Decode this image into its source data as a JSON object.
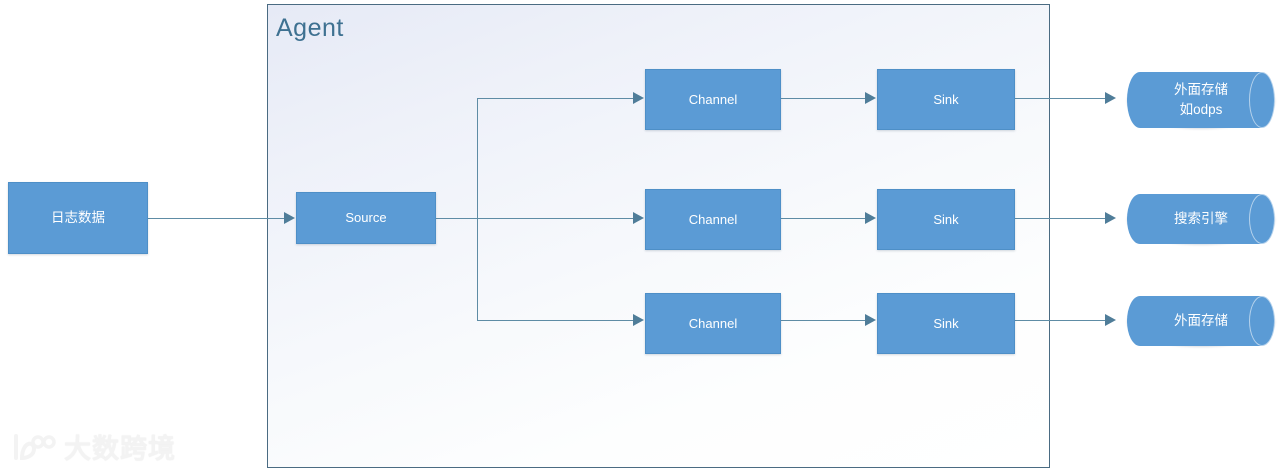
{
  "diagram": {
    "title": "Agent",
    "source_node": {
      "label": "Source"
    },
    "input_node": {
      "label": "日志数据"
    },
    "rows": [
      {
        "channel": {
          "label": "Channel"
        },
        "sink": {
          "label": "Sink"
        },
        "storage": {
          "label": "外面存储\n如odps"
        }
      },
      {
        "channel": {
          "label": "Channel"
        },
        "sink": {
          "label": "Sink"
        },
        "storage": {
          "label": "搜索引擎"
        }
      },
      {
        "channel": {
          "label": "Channel"
        },
        "sink": {
          "label": "Sink"
        },
        "storage": {
          "label": "外面存储"
        }
      }
    ]
  },
  "watermark": {
    "text": "大数跨境"
  },
  "colors": {
    "node_fill": "#5b9bd5",
    "node_text": "#ffffff",
    "connector": "#5e8ca5",
    "arrowhead": "#4f7d99",
    "agent_border": "#4a6b82",
    "agent_title": "#3e7191",
    "canvas": "#ffffff"
  }
}
